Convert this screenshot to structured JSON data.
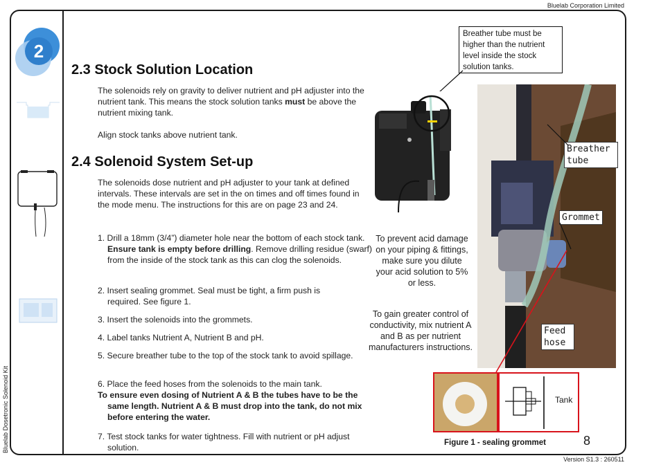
{
  "header": {
    "company": "Bluelab Corporation Limited"
  },
  "footer": {
    "version": "Version S1.3 : 260511",
    "page_number": "8"
  },
  "sidebar": {
    "vertical_text": "Bluelab Dosetronic Solenoid Kit",
    "chapter_number": "2"
  },
  "section_23": {
    "title": "2.3 Stock Solution Location",
    "p1_a": "The solenoids rely on gravity to deliver nutrient and pH adjuster into the nutrient tank. This means the stock solution tanks ",
    "p1_b": "must",
    "p1_c": " be above the nutrient mixing tank.",
    "p2": "Align stock tanks above nutrient tank."
  },
  "section_24": {
    "title": "2.4 Solenoid System Set-up",
    "intro": "The solenoids dose nutrient and pH adjuster to your tank at defined intervals. These intervals are set in the on times and off times found in the mode menu. The instructions for this are on page 23 and 24.",
    "step1_a": "1. Drill a 18mm (3/4”) diameter hole near the bottom of each stock tank. ",
    "step1_b": "Ensure tank is empty before drilling",
    "step1_c": ". Remove drilling residue (swarf) from the inside of the stock tank as this can clog the solenoids.",
    "step2": "2. Insert sealing grommet. Seal must be tight, a firm push is required. See figure 1.",
    "step3": "3. Insert the solenoids into the grommets.",
    "step4": "4. Label tanks Nutrient A, Nutrient B and pH.",
    "step5": "5. Secure breather tube to the top of the stock tank to avoid spillage.",
    "step6_a": "6. Place the feed hoses from the solenoids to the main tank.",
    "step6_b": "To ensure even dosing of Nutrient A & B the tubes have to be the same length. Nutrient A & B must drop into the tank, do not mix before entering the water.",
    "step7": "7. Test stock tanks for water tightness. Fill with nutrient or pH adjust solution."
  },
  "callout": {
    "text": "Breather tube must be higher than the nutrient level inside the stock solution tanks."
  },
  "notes": {
    "acid": "To prevent acid damage on your piping & fittings, make sure you dilute your acid solution to 5% or less.",
    "conductivity": "To gain greater control of conductivity, mix nutrient A and B as per nutrient manufacturers instructions."
  },
  "photo_labels": {
    "breather": "Breather tube",
    "grommet": "Grommet",
    "feed": "Feed hose"
  },
  "figure": {
    "caption": "Figure 1 - sealing grommet",
    "tank_label": "Tank"
  },
  "colors": {
    "red": "#d8131b",
    "blue": "#3d8fd9",
    "light_blue": "#a9cdef"
  }
}
